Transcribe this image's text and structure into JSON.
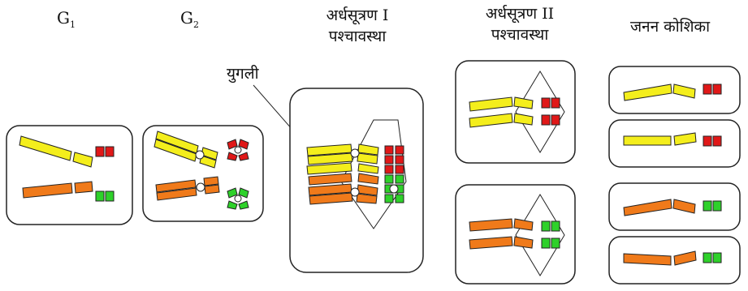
{
  "labels": {
    "g1": "G",
    "g1_sub": "1",
    "g2": "G",
    "g2_sub": "2",
    "meiosis1_line1": "अर्धसूत्रण I",
    "meiosis1_line2": "पश्चावस्था",
    "meiosis2_line1": "अर्धसूत्रण II",
    "meiosis2_line2": "पश्चावस्था",
    "gametes": "जनन कोशिका",
    "pair": "युगली"
  },
  "colors": {
    "yellow": "#f4ee1c",
    "orange": "#f07a1a",
    "red": "#e01818",
    "green": "#2ed12a",
    "outline": "#222222"
  }
}
